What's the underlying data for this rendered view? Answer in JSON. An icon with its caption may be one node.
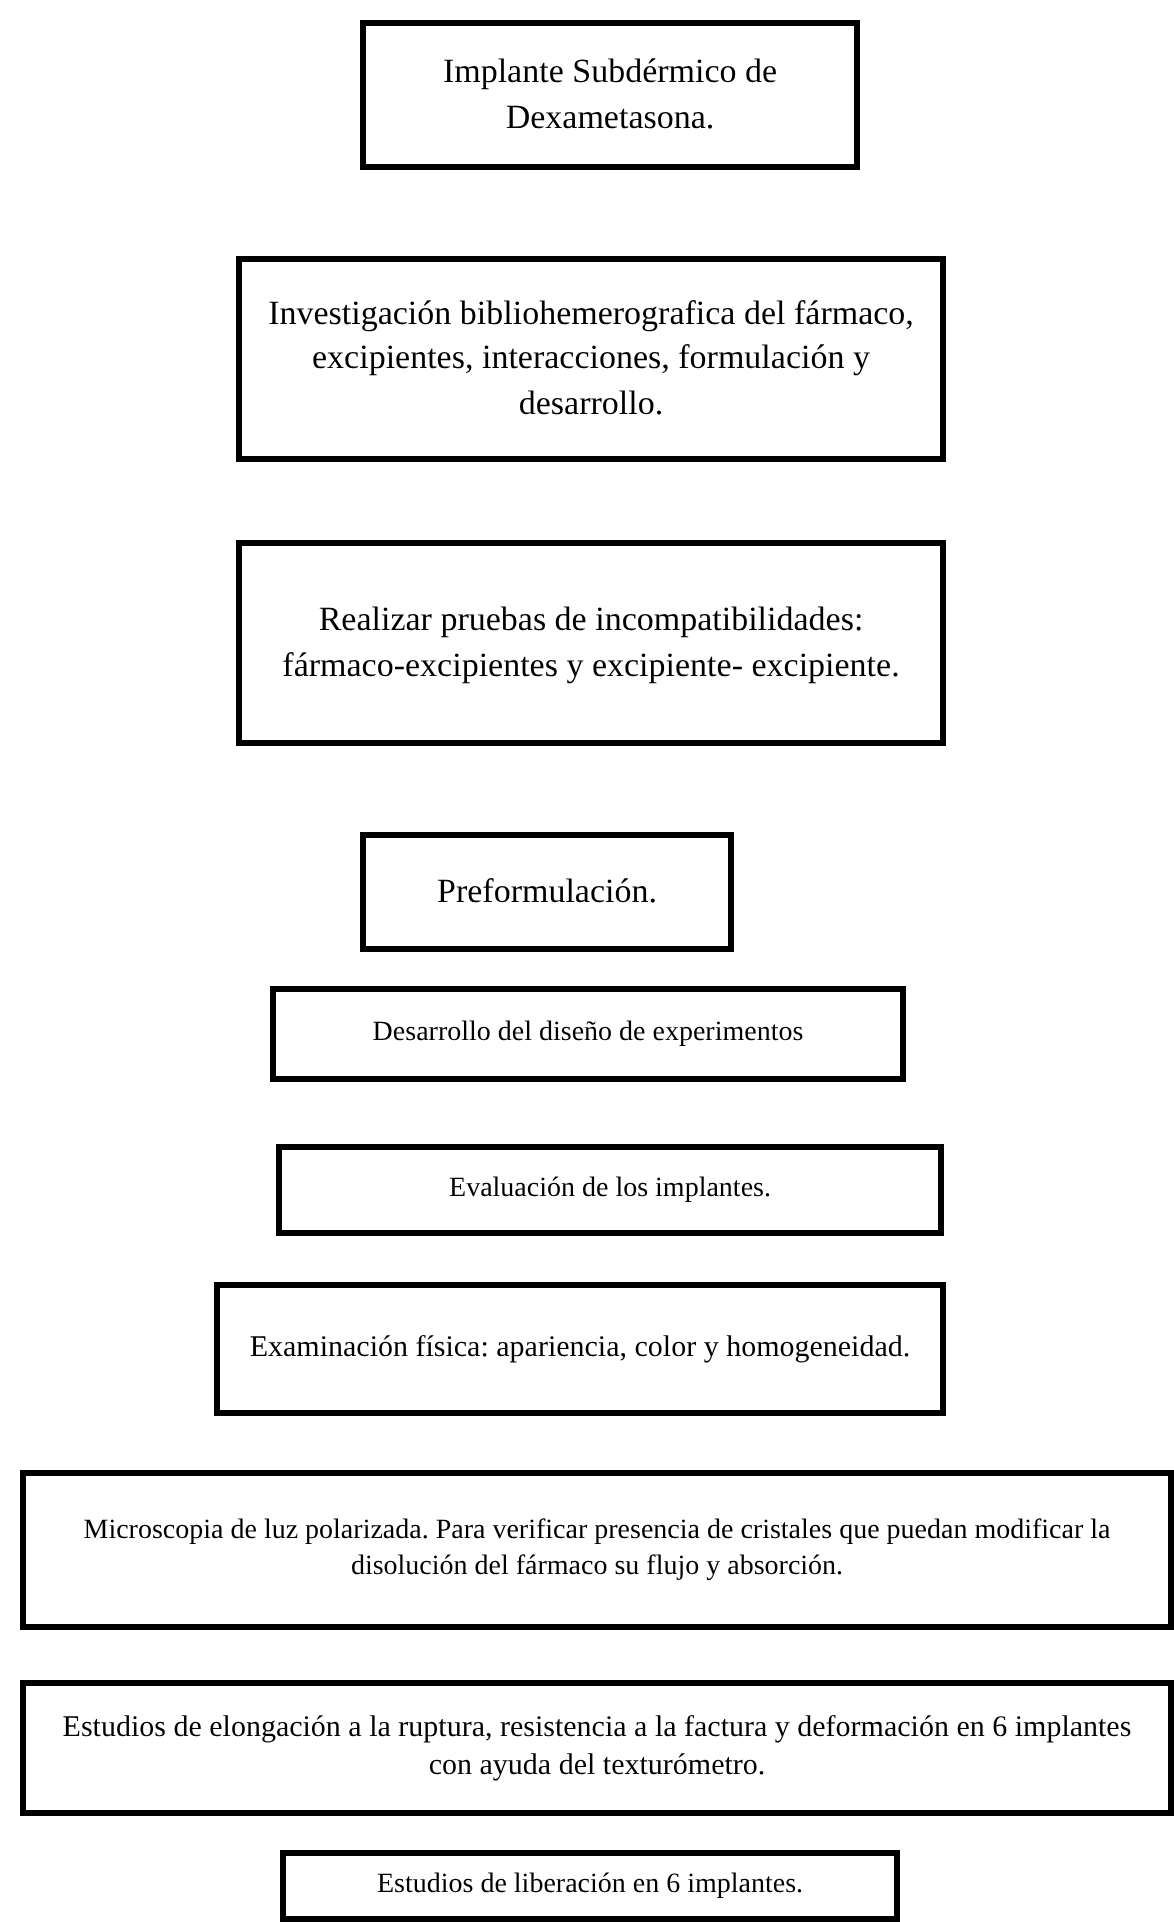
{
  "diagram": {
    "nodes": [
      {
        "text": [
          "Implante Subdérmico de Dexametasona."
        ]
      },
      {
        "text": [
          "Investigación bibliohemerografica del fármaco, excipientes, interacciones, formulación y desarrollo."
        ]
      },
      {
        "text": [
          "Realizar pruebas de incompatibilidades: fármaco-excipientes y excipiente- excipiente."
        ]
      },
      {
        "text": [
          "Preformulación."
        ]
      },
      {
        "text": [
          "Desarrollo del diseño de experimentos"
        ]
      },
      {
        "text": [
          "Evaluación de los implantes."
        ]
      },
      {
        "text": [
          "Examinación física: apariencia, color y homogeneidad."
        ]
      },
      {
        "text": [
          "Microscopia de luz polarizada. Para verificar presencia de cristales que puedan modificar la disolución del fármaco su flujo y absorción."
        ]
      },
      {
        "text": [
          "Estudios de elongación a la ruptura, resistencia a la factura y deformación en 6 implantes con ayuda del texturómetro."
        ]
      },
      {
        "text": [
          "Estudios de liberación en 6 implantes."
        ]
      }
    ]
  }
}
